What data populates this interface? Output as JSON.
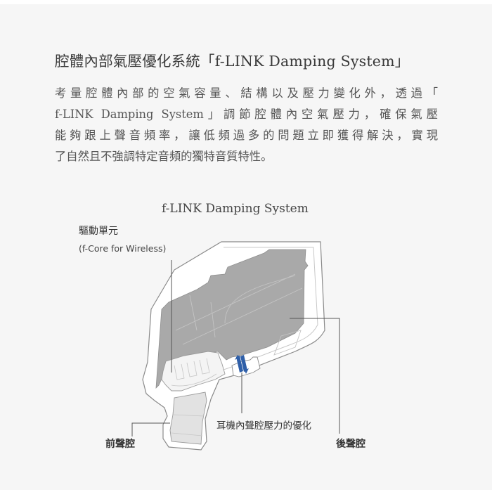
{
  "header": {
    "title": "腔體內部氣壓優化系統「f-LINK Damping System」"
  },
  "description": {
    "lines": [
      "考量腔體內部的空氣容量、結構以及壓力變化外，透過「",
      "f-LINK Damping System」調節腔體內空氣壓力，確保氣壓",
      "能夠跟上聲音頻率，讓低頻過多的問題立即獲得解決，實現",
      "了自然且不強調特定音頻的獨特音質特性。"
    ]
  },
  "diagram": {
    "title": "f-LINK Damping System",
    "labels": {
      "driver_unit": "驅動單元",
      "driver_unit_sub": "(f-Core for Wireless)",
      "pressure_optimization": "耳機內聲腔壓力的優化",
      "front_chamber": "前聲腔",
      "rear_chamber": "後聲腔"
    },
    "colors": {
      "background": "#f6f6f6",
      "rear_chamber_fill": "#a9a9a9",
      "front_chamber_fill": "#e2e2e2",
      "vent_arrow": "#2f5fa8",
      "outline": "#8a8a8a",
      "leader_line": "#555555"
    }
  }
}
